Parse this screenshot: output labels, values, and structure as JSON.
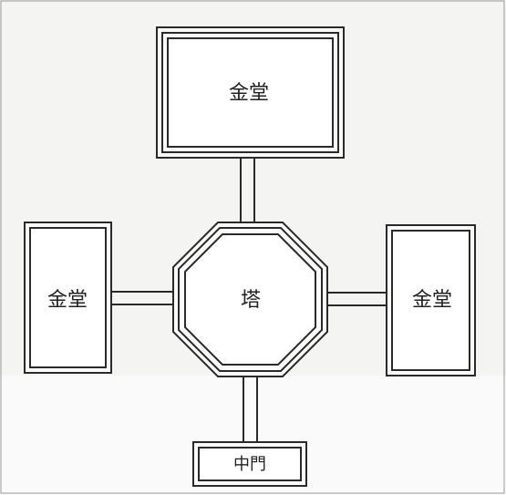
{
  "diagram": {
    "main_hall_north": {
      "label": "金堂"
    },
    "main_hall_west": {
      "label": "金堂"
    },
    "main_hall_east": {
      "label": "金堂"
    },
    "pagoda": {
      "label": "塔"
    },
    "middle_gate": {
      "label": "中門"
    }
  },
  "colors": {
    "line": "#2a2a2a",
    "background": "#f4f4f2",
    "lower_band": "#fafafa"
  }
}
